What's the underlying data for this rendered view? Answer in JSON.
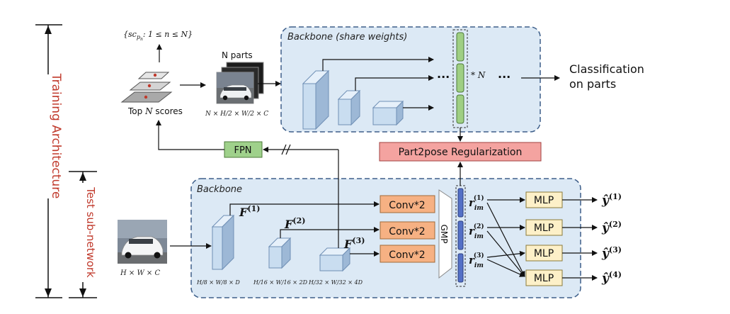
{
  "labels": {
    "training_architecture": "Training Architecture",
    "test_subnetwork": "Test sub-network",
    "backbone_top": "Backbone (share weights)",
    "backbone_bottom": "Backbone",
    "n_parts": "N parts",
    "top_n_scores_pre": "Top ",
    "top_n_scores_var": "N",
    "top_n_scores_post": " scores",
    "sc_set": "{sc",
    "sc_sub": "p",
    "sc_subsub": "n",
    "sc_rest": ": 1 ≤ n ≤ N}",
    "parts_dim": "N × H/2 × W/2 × C",
    "input_dim": "H × W × C",
    "dim1": "H/8 × W/8 × D",
    "dim2": "H/16 × W/16 × 2D",
    "dim3": "H/32 × W/32 × 4D",
    "times_n": "* N",
    "dots1": "···",
    "dots2": "···",
    "classification_line1": "Classification",
    "classification_line2": "on parts",
    "fpn": "FPN",
    "part2pose": "Part2pose Regularization",
    "conv1": "Conv*2",
    "conv2": "Conv*2",
    "conv3": "Conv*2",
    "gmp": "GMP",
    "f1": "F",
    "f1_sup": "(1)",
    "f2": "F",
    "f2_sup": "(2)",
    "f3": "F",
    "f3_sup": "(3)",
    "r_main": "r",
    "r_sub": "im",
    "r1_sup": "(1)",
    "r2_sup": "(2)",
    "r3_sup": "(3)",
    "mlp1": "MLP",
    "mlp2": "MLP",
    "mlp3": "MLP",
    "mlp4": "MLP",
    "y_main": "ŷ",
    "y1_sup": "(1)",
    "y2_sup": "(2)",
    "y3_sup": "(3)",
    "y4_sup": "(4)",
    "cut_mark": "//"
  },
  "colors": {
    "red_label": "#c0392b",
    "backbone_fill": "#dce9f5",
    "backbone_border": "#3e5f8a",
    "fpn_fill": "#9fd18b",
    "part2pose_fill": "#f4a3a0",
    "conv_fill": "#f6b183",
    "mlp_fill": "#fdf0c8",
    "cube_front": "#c9ddf0",
    "cube_top": "#e6f0fa",
    "cube_side": "#9db8d6",
    "green_bar": "#9fcf83",
    "blue_bar": "#5470c6"
  }
}
